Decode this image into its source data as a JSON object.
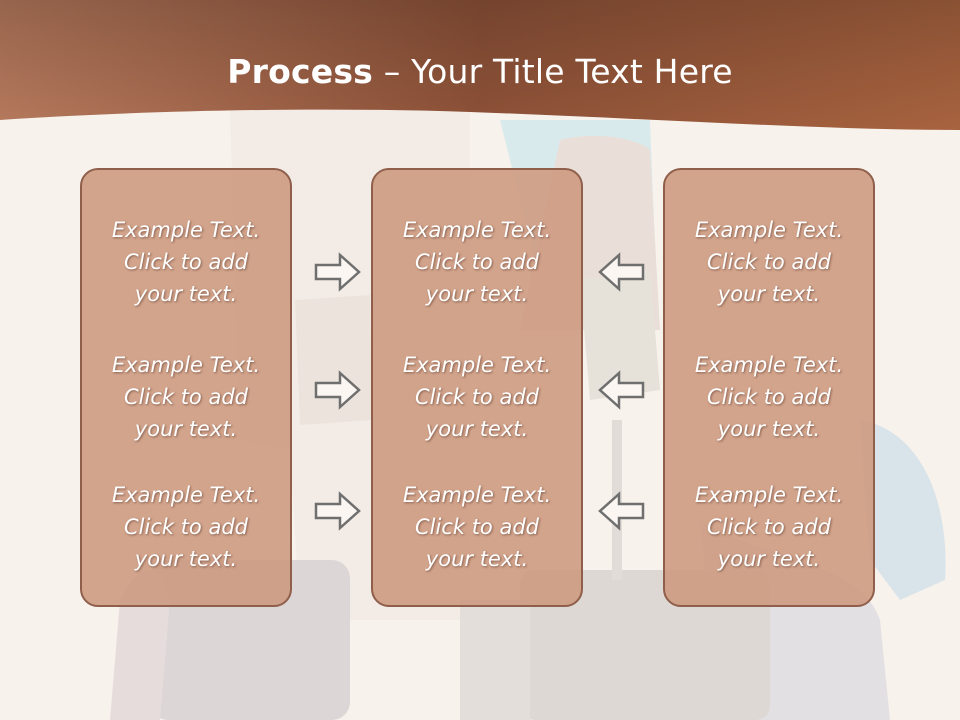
{
  "title": {
    "bold": "Process",
    "rest": " – Your Title Text Here"
  },
  "columns": [
    {
      "items": [
        {
          "line1": "Example Text.",
          "line2": "Click  to add",
          "line3": "your text."
        },
        {
          "line1": "Example Text.",
          "line2": "Click  to add",
          "line3": "your text."
        },
        {
          "line1": "Example Text.",
          "line2": "Click  to add",
          "line3": "your text."
        }
      ]
    },
    {
      "items": [
        {
          "line1": "Example Text.",
          "line2": "Click  to add",
          "line3": "your text."
        },
        {
          "line1": "Example Text.",
          "line2": "Click  to add",
          "line3": "your text."
        },
        {
          "line1": "Example Text.",
          "line2": "Click  to add",
          "line3": "your text."
        }
      ]
    },
    {
      "items": [
        {
          "line1": "Example Text.",
          "line2": "Click  to add",
          "line3": "your text."
        },
        {
          "line1": "Example Text.",
          "line2": "Click  to add",
          "line3": "your text."
        },
        {
          "line1": "Example Text.",
          "line2": "Click  to add",
          "line3": "your text."
        }
      ]
    }
  ],
  "arrows": {
    "left_column": "right-arrow-icon",
    "right_column": "left-arrow-icon"
  },
  "colors": {
    "header": "#9a5a3a",
    "box_fill": "#cd987e",
    "box_border": "#8f5f4b",
    "text": "#ffffff"
  }
}
